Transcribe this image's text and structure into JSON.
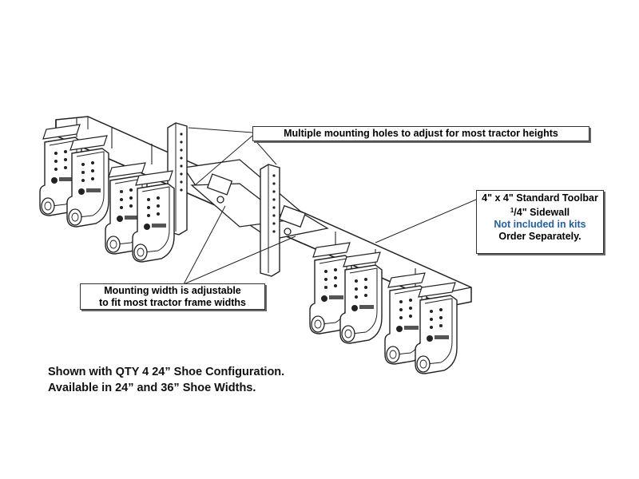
{
  "callouts": {
    "heights": "Multiple mounting holes to adjust for most tractor heights",
    "toolbar": {
      "line1": "4\" x 4\" Standard Toolbar",
      "line2_fraction_num": "1",
      "line2_fraction_den": "/4",
      "line2_rest": "\" Sidewall",
      "line3": "Not included in kits",
      "line4": "Order Separately."
    },
    "width": {
      "line1": "Mounting width is adjustable",
      "line2": "to fit most tractor frame widths"
    }
  },
  "caption": {
    "line1": "Shown with QTY 4 24” Shoe Configuration.",
    "line2": "Available in 24” and 36” Shoe Widths."
  },
  "colors": {
    "line": "#222222",
    "accent_blue": "#1f5fae"
  },
  "icons": [
    "shoe-blade",
    "mounting-post",
    "toolbar-bar"
  ]
}
